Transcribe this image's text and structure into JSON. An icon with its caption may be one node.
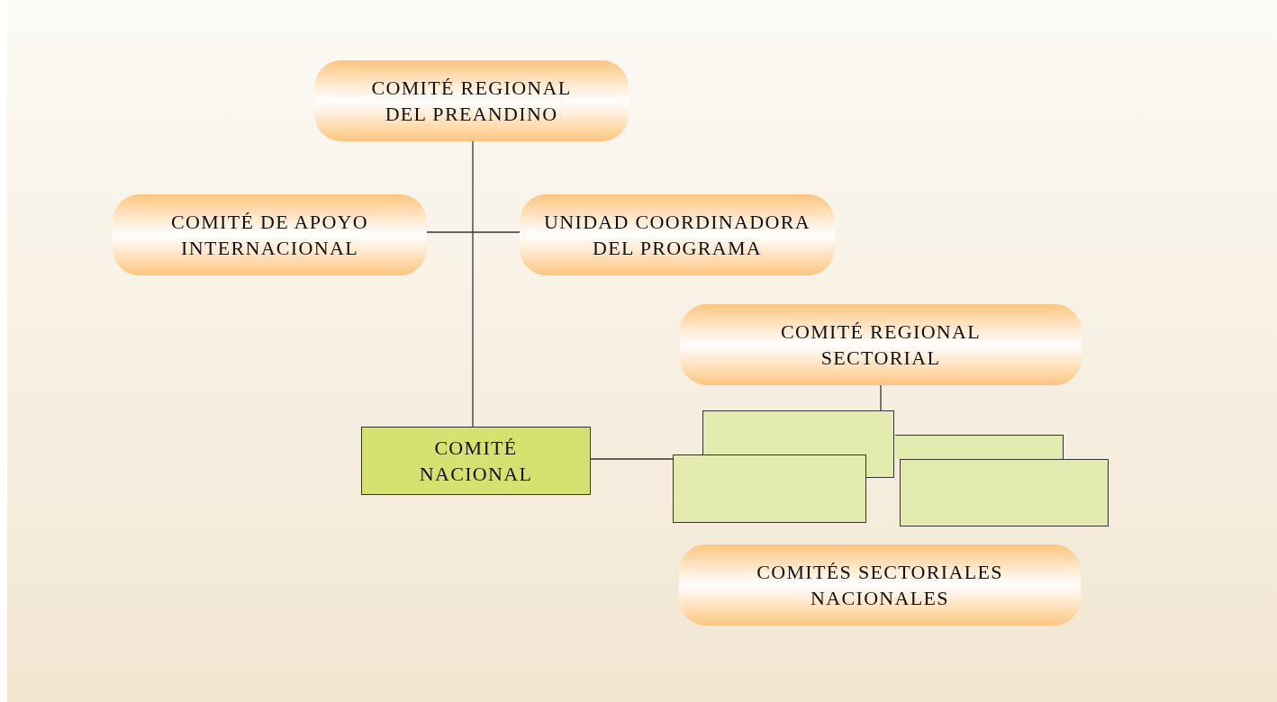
{
  "diagram": {
    "nodes": [
      {
        "text": [
          "COMITÉ REGIONAL DEL PREANDINO"
        ]
      },
      {
        "text": [
          "COMITÉ DE APOYO INTERNACIONAL"
        ]
      },
      {
        "text": [
          "UNIDAD COORDINADORA DEL PROGRAMA"
        ]
      },
      {
        "text": [
          "COMITÉ REGIONAL SECTORIAL"
        ]
      },
      {
        "text": [
          "COMITÉ NACIONAL"
        ]
      },
      {
        "text": [],
        "shape": "box"
      },
      {
        "text": [],
        "shape": "box"
      },
      {
        "text": [],
        "shape": "box"
      },
      {
        "text": [],
        "shape": "box"
      },
      {
        "text": [
          "COMITÉS SECTORIALES NACIONALES"
        ]
      }
    ],
    "edges": [
      {
        "from": 0,
        "to": 4,
        "arrow": "none"
      },
      {
        "from": 1,
        "to": 2,
        "arrow": "none"
      },
      {
        "from": 4,
        "to": 7,
        "arrow": "none"
      },
      {
        "from": 3,
        "to": 5,
        "arrow": "none"
      }
    ]
  }
}
